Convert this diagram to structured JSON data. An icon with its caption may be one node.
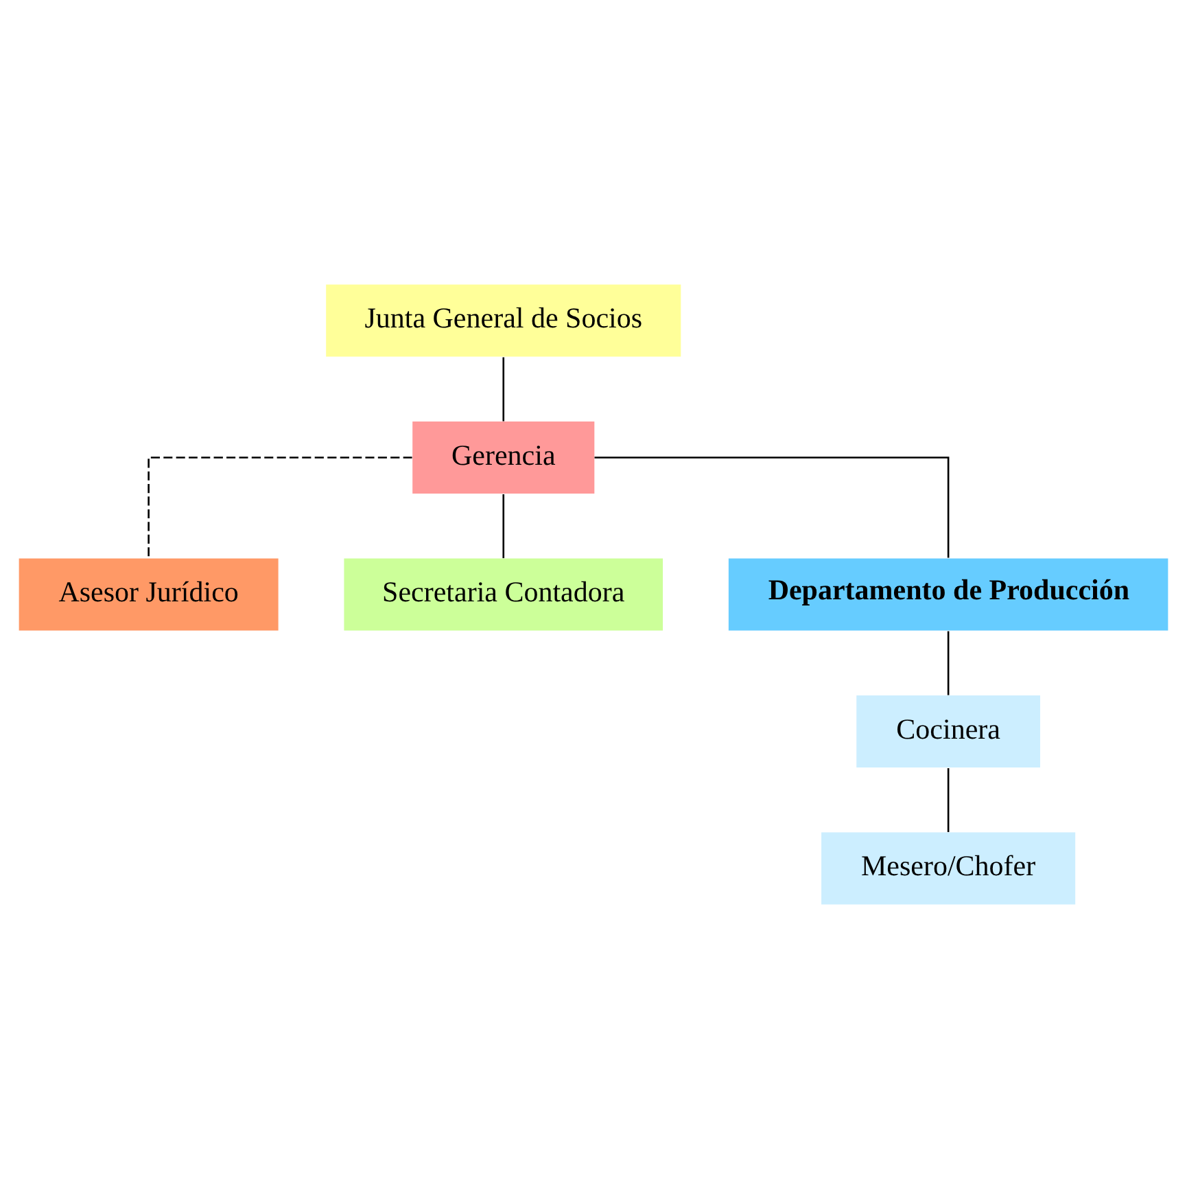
{
  "diagram": {
    "nodes": [
      {
        "text": [
          "Junta General de Socios"
        ]
      },
      {
        "text": [
          "Gerencia"
        ]
      },
      {
        "text": [
          "Asesor Jurídico"
        ]
      },
      {
        "text": [
          "Secretaria Contadora"
        ]
      },
      {
        "text": [
          "Departamento de Producción"
        ]
      },
      {
        "text": [
          "Cocinera"
        ]
      },
      {
        "text": [
          "Mesero/Chofer"
        ]
      }
    ],
    "edges": [
      {
        "from": 0,
        "to": 1,
        "arrow": "none"
      },
      {
        "from": 1,
        "to": 2,
        "arrow": "none",
        "style": "dashed"
      },
      {
        "from": 1,
        "to": 3,
        "arrow": "none"
      },
      {
        "from": 1,
        "to": 4,
        "arrow": "none"
      },
      {
        "from": 4,
        "to": 5,
        "arrow": "none"
      },
      {
        "from": 5,
        "to": 6,
        "arrow": "none"
      }
    ]
  }
}
